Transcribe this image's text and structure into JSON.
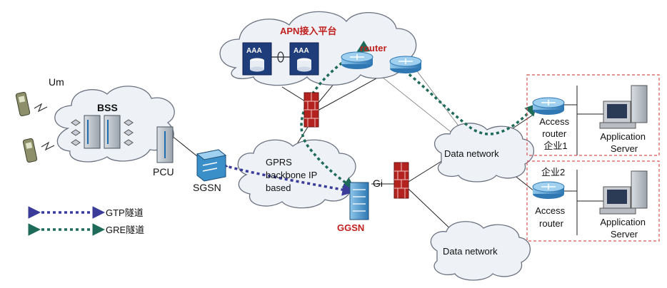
{
  "labels": {
    "apn_platform": "APN接入平台",
    "router": "router",
    "aaa_left": "AAA",
    "aaa_right": "AAA",
    "um": "Um",
    "bss": "BSS",
    "pcu": "PCU",
    "sgsn": "SGSN",
    "gprs_backbone": [
      "GPRS",
      "backbone IP",
      "based"
    ],
    "gi": "Gi",
    "ggsn": "GGSN",
    "data_network_top": "Data network",
    "data_network_bottom": "Data network",
    "access_router_1": [
      "Access",
      "router",
      "企业1"
    ],
    "app_server_1": [
      "Application",
      "Server"
    ],
    "enterprise_2": "企业2",
    "access_router_2": [
      "Access",
      "router"
    ],
    "app_server_2": [
      "Application",
      "Server"
    ]
  },
  "legend": {
    "gtp": "GTP隧道",
    "gre": "GRE隧道"
  },
  "colors": {
    "gtp_tunnel": "#3b3b9a",
    "gre_tunnel": "#1f6b5a",
    "firewall": "#b3221f",
    "enterprise_box": "#d9534f",
    "router_blue": "#3a8fc9"
  }
}
